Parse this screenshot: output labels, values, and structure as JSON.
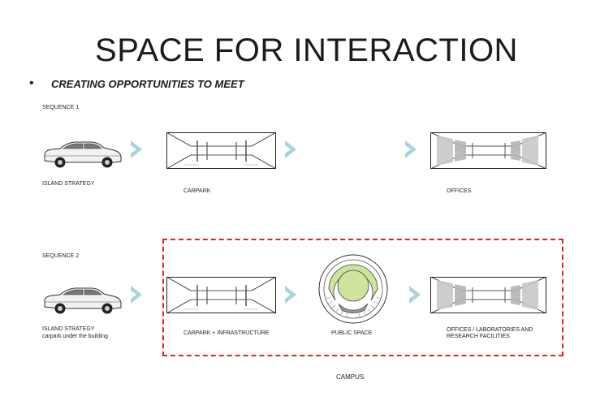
{
  "header": {
    "title": "SPACE FOR INTERACTION",
    "bullet": "•",
    "subtitle": "CREATING OPPORTUNITIES TO MEET"
  },
  "sequence1": {
    "label": "SEQUENCE 1",
    "car_label": "ISLAND STRATEGY",
    "box1_label": "CARPARK",
    "box2_label": "OFFICES"
  },
  "sequence2": {
    "label": "SEQUENCE 2",
    "car_label_line1": "ISLAND STRATEGY",
    "car_label_line2": "carpark under the building",
    "box1_label": "CARPARK + INFRASTRUCTURE",
    "public_label": "PUBLIC SPACE",
    "box2_label_line1": "OFFICES / LABORATORIES  AND",
    "box2_label_line2": "RESEARCH FACILITIES",
    "group_label": "CAMPUS"
  },
  "colors": {
    "arrow": "#a8d4dc",
    "dashed_border": "#e0212b",
    "public_green": "#cfe49a",
    "office_gray": "#c8c8c8"
  }
}
